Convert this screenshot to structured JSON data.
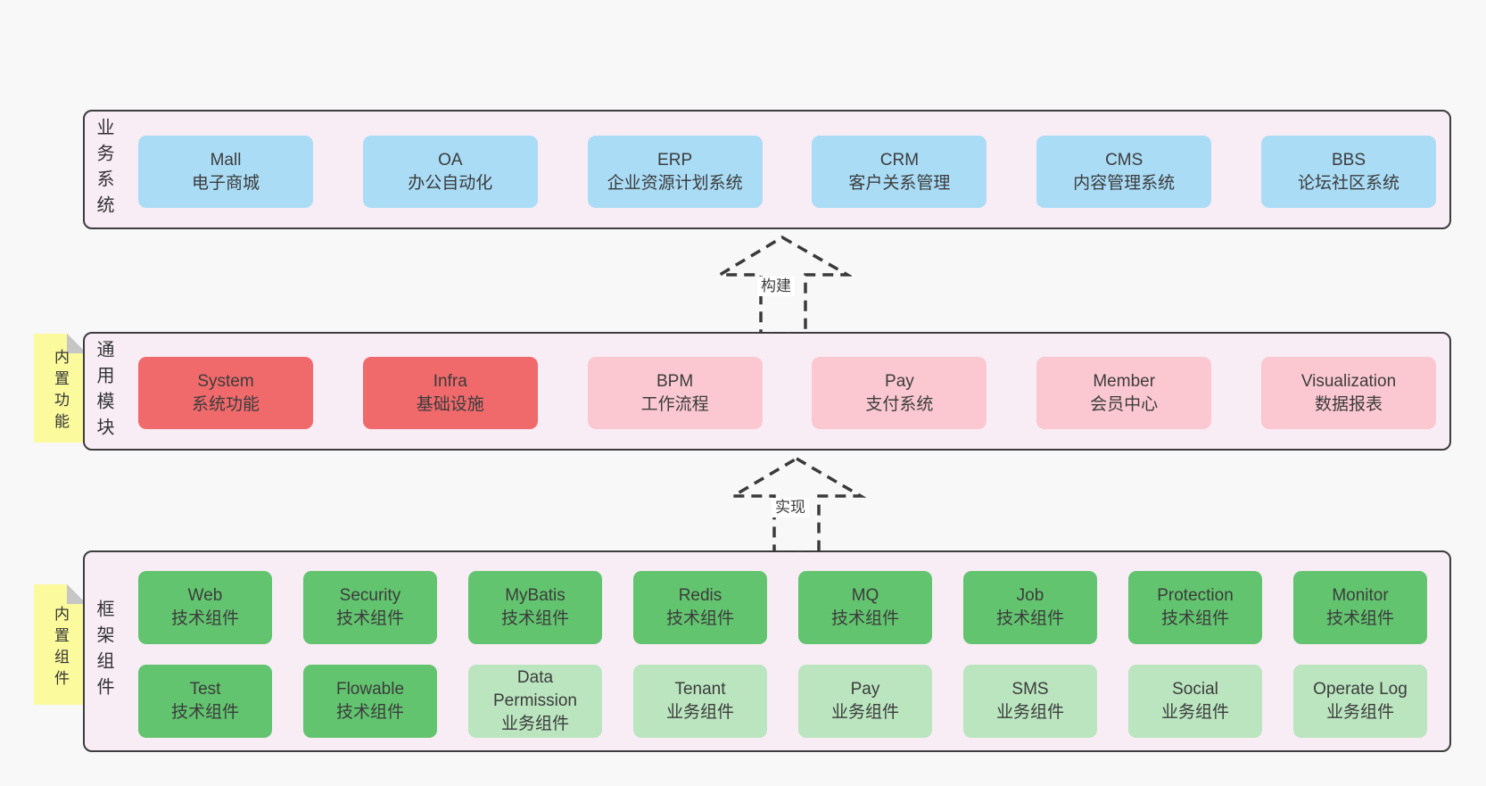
{
  "colors": {
    "page_bg": "#f8f8f8",
    "panel_bg": "#f8ecf5",
    "panel_border": "#3d3d3d",
    "text": "#3c3c3c",
    "blue_box": "#aadcf6",
    "red_box": "#f0696b",
    "pink_box": "#fbc8d1",
    "green_box": "#62c46f",
    "light_green_box": "#bae5bf",
    "sticky_yellow": "#fbfa9d",
    "sticky_fold": "#c6c6c6",
    "arrow_dash": "#3a3a3a"
  },
  "business_panel": {
    "label": "业务系统",
    "boxes": [
      {
        "en": "Mall",
        "zh": "电子商城"
      },
      {
        "en": "OA",
        "zh": "办公自动化"
      },
      {
        "en": "ERP",
        "zh": "企业资源计划系统"
      },
      {
        "en": "CRM",
        "zh": "客户关系管理"
      },
      {
        "en": "CMS",
        "zh": "内容管理系统"
      },
      {
        "en": "BBS",
        "zh": "论坛社区系统"
      }
    ]
  },
  "build_arrow": {
    "label": "构建"
  },
  "modules_panel": {
    "label": "通用模块",
    "sticky_note": "内置功能",
    "boxes": [
      {
        "en": "System",
        "zh": "系统功能"
      },
      {
        "en": "Infra",
        "zh": "基础设施"
      },
      {
        "en": "BPM",
        "zh": "工作流程"
      },
      {
        "en": "Pay",
        "zh": "支付系统"
      },
      {
        "en": "Member",
        "zh": "会员中心"
      },
      {
        "en": "Visualization",
        "zh": "数据报表"
      }
    ]
  },
  "implement_arrow": {
    "label": "实现"
  },
  "components_panel": {
    "label": "框架组件",
    "sticky_note": "内置组件",
    "row1": [
      {
        "en": "Web",
        "zh": "技术组件"
      },
      {
        "en": "Security",
        "zh": "技术组件"
      },
      {
        "en": "MyBatis",
        "zh": "技术组件"
      },
      {
        "en": "Redis",
        "zh": "技术组件"
      },
      {
        "en": "MQ",
        "zh": "技术组件"
      },
      {
        "en": "Job",
        "zh": "技术组件"
      },
      {
        "en": "Protection",
        "zh": "技术组件"
      },
      {
        "en": "Monitor",
        "zh": "技术组件"
      }
    ],
    "row2": [
      {
        "en": "Test",
        "zh": "技术组件"
      },
      {
        "en": "Flowable",
        "zh": "技术组件"
      },
      {
        "en": "Data Permission",
        "zh": "业务组件"
      },
      {
        "en": "Tenant",
        "zh": "业务组件"
      },
      {
        "en": "Pay",
        "zh": "业务组件"
      },
      {
        "en": "SMS",
        "zh": "业务组件"
      },
      {
        "en": "Social",
        "zh": "业务组件"
      },
      {
        "en": "Operate Log",
        "zh": "业务组件"
      }
    ]
  }
}
